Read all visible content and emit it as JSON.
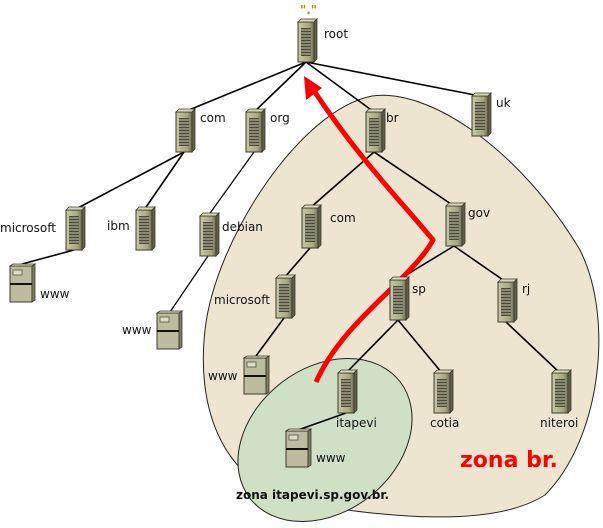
{
  "diagram": {
    "root_dot": "\".\"",
    "nodes": {
      "root": "root",
      "com": "com",
      "org": "org",
      "br": "br",
      "uk": "uk",
      "microsoft": "microsoft",
      "ibm": "ibm",
      "debian": "debian",
      "www_microsoft": "www",
      "www_debian": "www",
      "br_com": "com",
      "gov": "gov",
      "br_microsoft": "microsoft",
      "www_br": "www",
      "sp": "sp",
      "rj": "rj",
      "itapevi": "itapevi",
      "cotia": "cotia",
      "niteroi": "niteroi",
      "www_itapevi": "www"
    },
    "zones": {
      "br": "zona br.",
      "itapevi": "zona itapevi.sp.gov.br."
    },
    "colors": {
      "zone_br": "#ede5cf",
      "zone_itapevi": "#cfe0c4",
      "arrow": "#ff0000",
      "root_dot": "#d07a00"
    }
  }
}
